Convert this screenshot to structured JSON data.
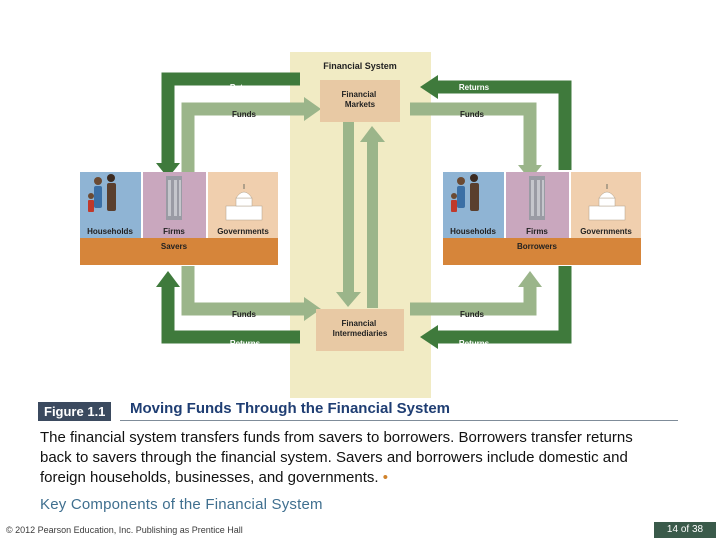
{
  "diagram": {
    "center_title": "Financial System",
    "financial_markets": "Financial Markets",
    "financial_intermediaries": "Financial Intermediaries",
    "returns_label": "Returns",
    "funds_label": "Funds",
    "left_group": {
      "households": "Households",
      "firms": "Firms",
      "governments": "Governments",
      "role": "Savers"
    },
    "right_group": {
      "households": "Households",
      "firms": "Firms",
      "governments": "Governments",
      "role": "Borrowers"
    }
  },
  "figure": {
    "label": "Figure 1.1",
    "title": "Moving Funds Through the Financial System",
    "caption": "The financial system transfers funds from savers to borrowers. Borrowers transfer returns back to savers through the financial system. Savers and borrowers include domestic and foreign households, businesses, and governments.",
    "bullet": "•"
  },
  "key_components": "Key Components of the Financial System",
  "footer": {
    "copyright": "© 2012 Pearson Education, Inc. Publishing as Prentice Hall",
    "page": "14 of 38"
  },
  "colors": {
    "dark_green": "#3f7a3c",
    "light_green": "#9bb58a",
    "center_column": "#f1ebc4",
    "box_tan": "#e8c9a4",
    "entity_bar": "#d6853a",
    "figure_title": "#1f3e73"
  }
}
